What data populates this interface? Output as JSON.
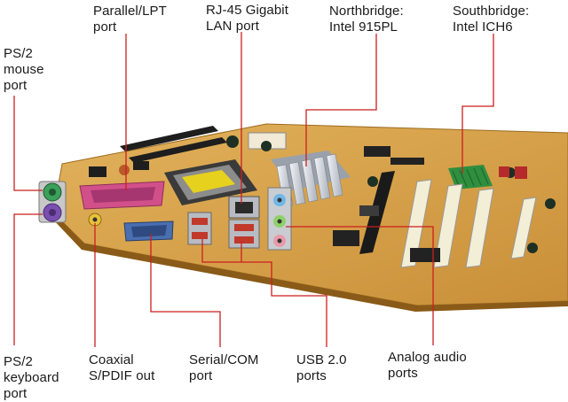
{
  "labels": {
    "ps2_mouse": "PS/2\nmouse\nport",
    "parallel": "Parallel/LPT\nport",
    "rj45": "RJ-45 Gigabit\nLAN port",
    "northbridge": "Northbridge:\nIntel 915PL",
    "southbridge": "Southbridge:\nIntel ICH6",
    "ps2_keyboard": "PS/2\nkeyboard\nport",
    "coaxial": "Coaxial\nS/PDIF out",
    "serial": "Serial/COM\nport",
    "usb": "USB 2.0\nports",
    "audio": "Analog audio\nports"
  },
  "colors": {
    "leader": "#cc1f1f",
    "board": "#d9a54a",
    "board_dark": "#b07a2a",
    "mouse_port": "#3aa05a",
    "keyboard_port": "#7a4fb0",
    "parallel_port": "#d2508a",
    "serial_port": "#4a6fb0",
    "heatsink": "#cfd4dc",
    "southbridge_heatsink": "#2f8f3f"
  }
}
